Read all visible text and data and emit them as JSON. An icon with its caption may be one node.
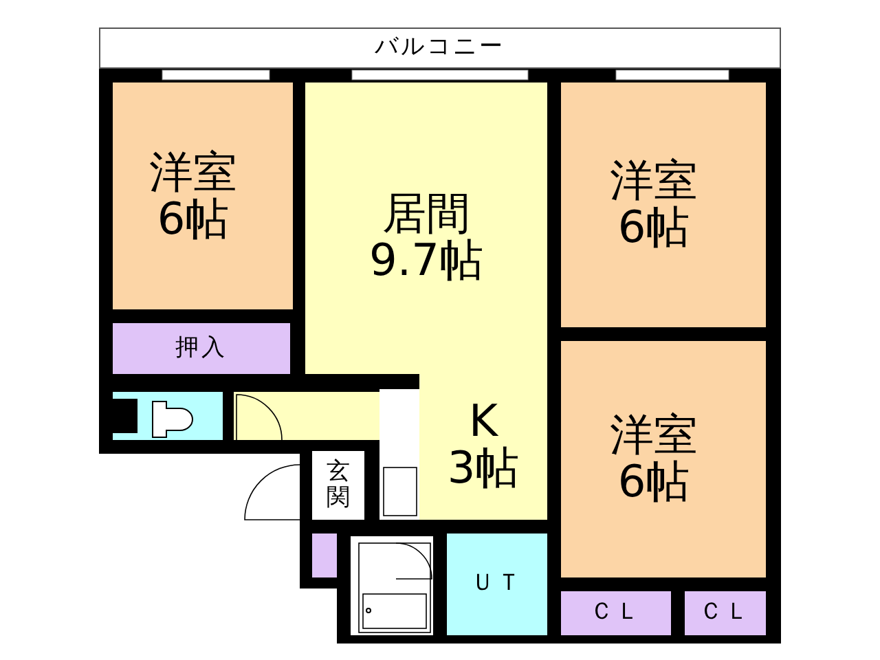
{
  "diagram": {
    "nodes": [
      {
        "text": [
          "バルコニー"
        ]
      },
      {
        "text": [
          "洋室",
          "6帖"
        ]
      },
      {
        "text": [
          "居間",
          "9.7帖"
        ]
      },
      {
        "text": [
          "洋室",
          "6帖"
        ]
      },
      {
        "text": [
          "押入"
        ]
      },
      {
        "text": [
          "K",
          "3帖"
        ]
      },
      {
        "text": [
          "玄関"
        ]
      },
      {
        "text": [
          "洋室",
          "6帖"
        ]
      },
      {
        "text": [
          "ＵＴ"
        ]
      },
      {
        "text": [
          "ＣＬ"
        ]
      },
      {
        "text": [
          "ＣＬ"
        ]
      }
    ]
  }
}
